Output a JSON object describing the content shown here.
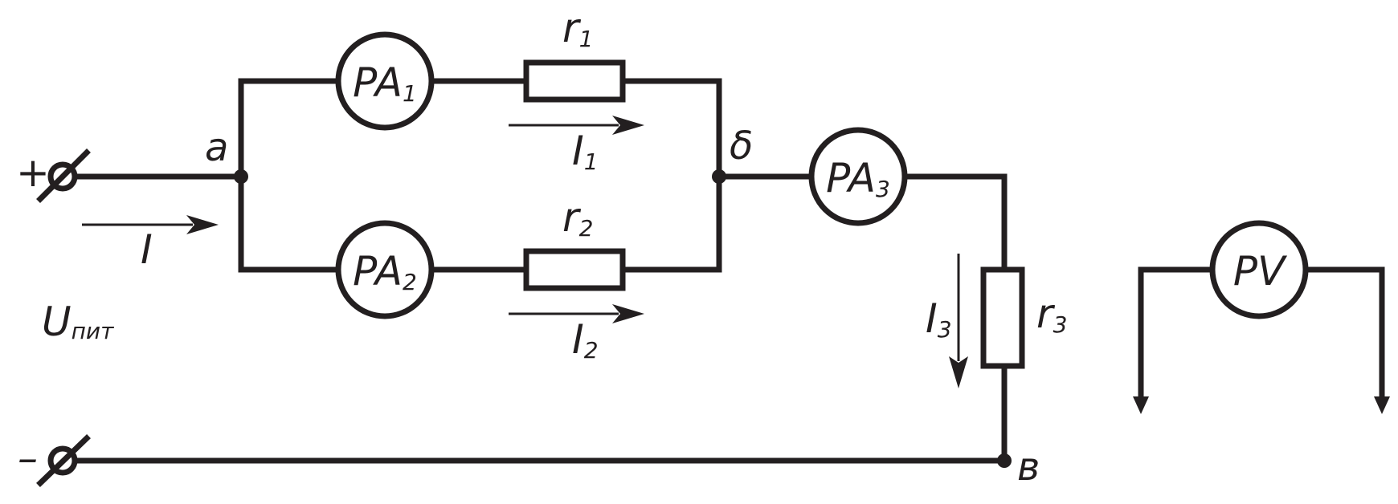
{
  "terminals": {
    "plus": "+",
    "minus": "–"
  },
  "nodes": {
    "a": "a",
    "b": "δ",
    "c": "в"
  },
  "meters": [
    {
      "main": "PA",
      "sub": "1"
    },
    {
      "main": "PA",
      "sub": "2"
    },
    {
      "main": "PA",
      "sub": "3"
    },
    {
      "main": "PV",
      "sub": ""
    }
  ],
  "resistors": [
    {
      "main": "r",
      "sub": "1"
    },
    {
      "main": "r",
      "sub": "2"
    },
    {
      "main": "r",
      "sub": "3"
    }
  ],
  "currents": [
    {
      "main": "I",
      "sub": ""
    },
    {
      "main": "I",
      "sub": "1"
    },
    {
      "main": "I",
      "sub": "2"
    },
    {
      "main": "I",
      "sub": "3"
    }
  ],
  "voltage": {
    "main": "U",
    "sub": "пит"
  }
}
